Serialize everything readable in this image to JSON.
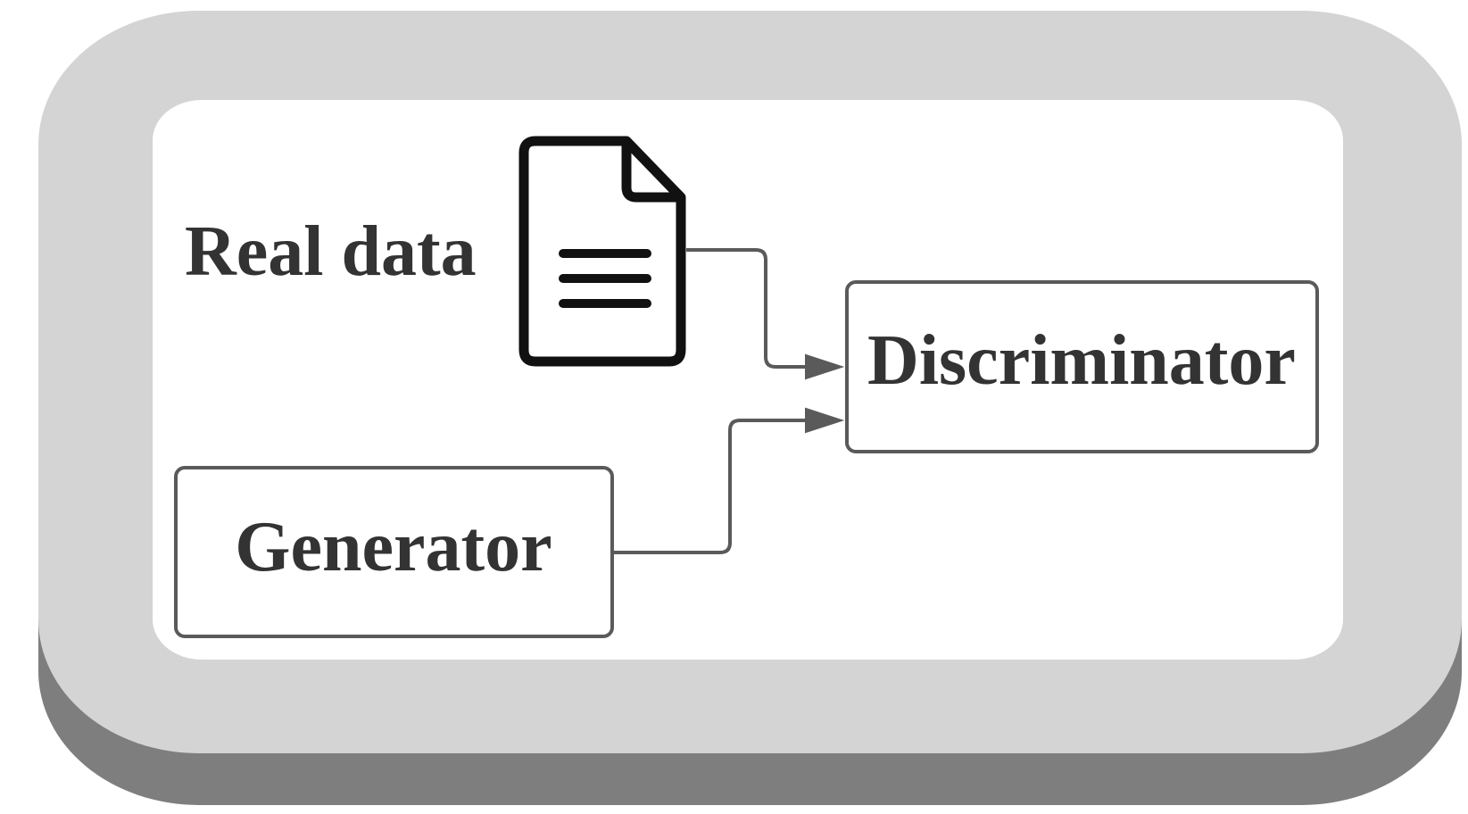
{
  "nodes": {
    "real_data": {
      "label": "Real data",
      "icon": "document-icon"
    },
    "generator": {
      "label": "Generator"
    },
    "discriminator": {
      "label": "Discriminator"
    }
  },
  "edges": [
    {
      "from": "real_data",
      "to": "discriminator"
    },
    {
      "from": "generator",
      "to": "discriminator"
    }
  ],
  "colors": {
    "frame_face": "#d3d4d3",
    "frame_shadow": "#7e7e7e",
    "inner_panel": "#ffffff",
    "stroke": "#5a5a5a",
    "text": "#333333",
    "icon": "#111111"
  }
}
